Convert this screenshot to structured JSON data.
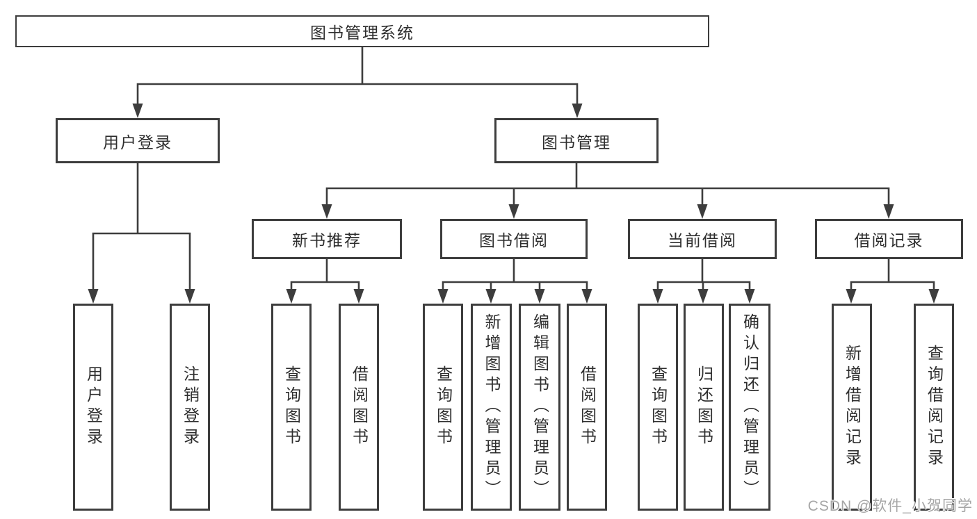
{
  "diagram": {
    "title": "图书管理系统",
    "level2": {
      "user_login": "用户登录",
      "book_management": "图书管理"
    },
    "level3": {
      "new_books": "新书推荐",
      "book_borrowing": "图书借阅",
      "current_borrowing": "当前借阅",
      "borrow_records": "借阅记录"
    },
    "leaves": {
      "user_login": "用户登录",
      "logout": "注销登录",
      "nb_query_books": "查询图书",
      "nb_borrow_books": "借阅图书",
      "bb_query_books": "查询图书",
      "bb_add_books": "新增图书（管理员）",
      "bb_edit_books": "编辑图书（管理员）",
      "bb_borrow_books": "借阅图书",
      "cb_query_books": "查询图书",
      "cb_return_books": "归还图书",
      "cb_confirm_return": "确认归还（管理员）",
      "br_add_record": "新增借阅记录",
      "br_query_record": "查询借阅记录"
    },
    "watermark": "CSDN @软件_小贺同学",
    "colors": {
      "line_and_border": "#3d3d3d",
      "text": "#2e2e2e",
      "watermark": "#a6a6a6",
      "background": "#ffffff"
    }
  }
}
